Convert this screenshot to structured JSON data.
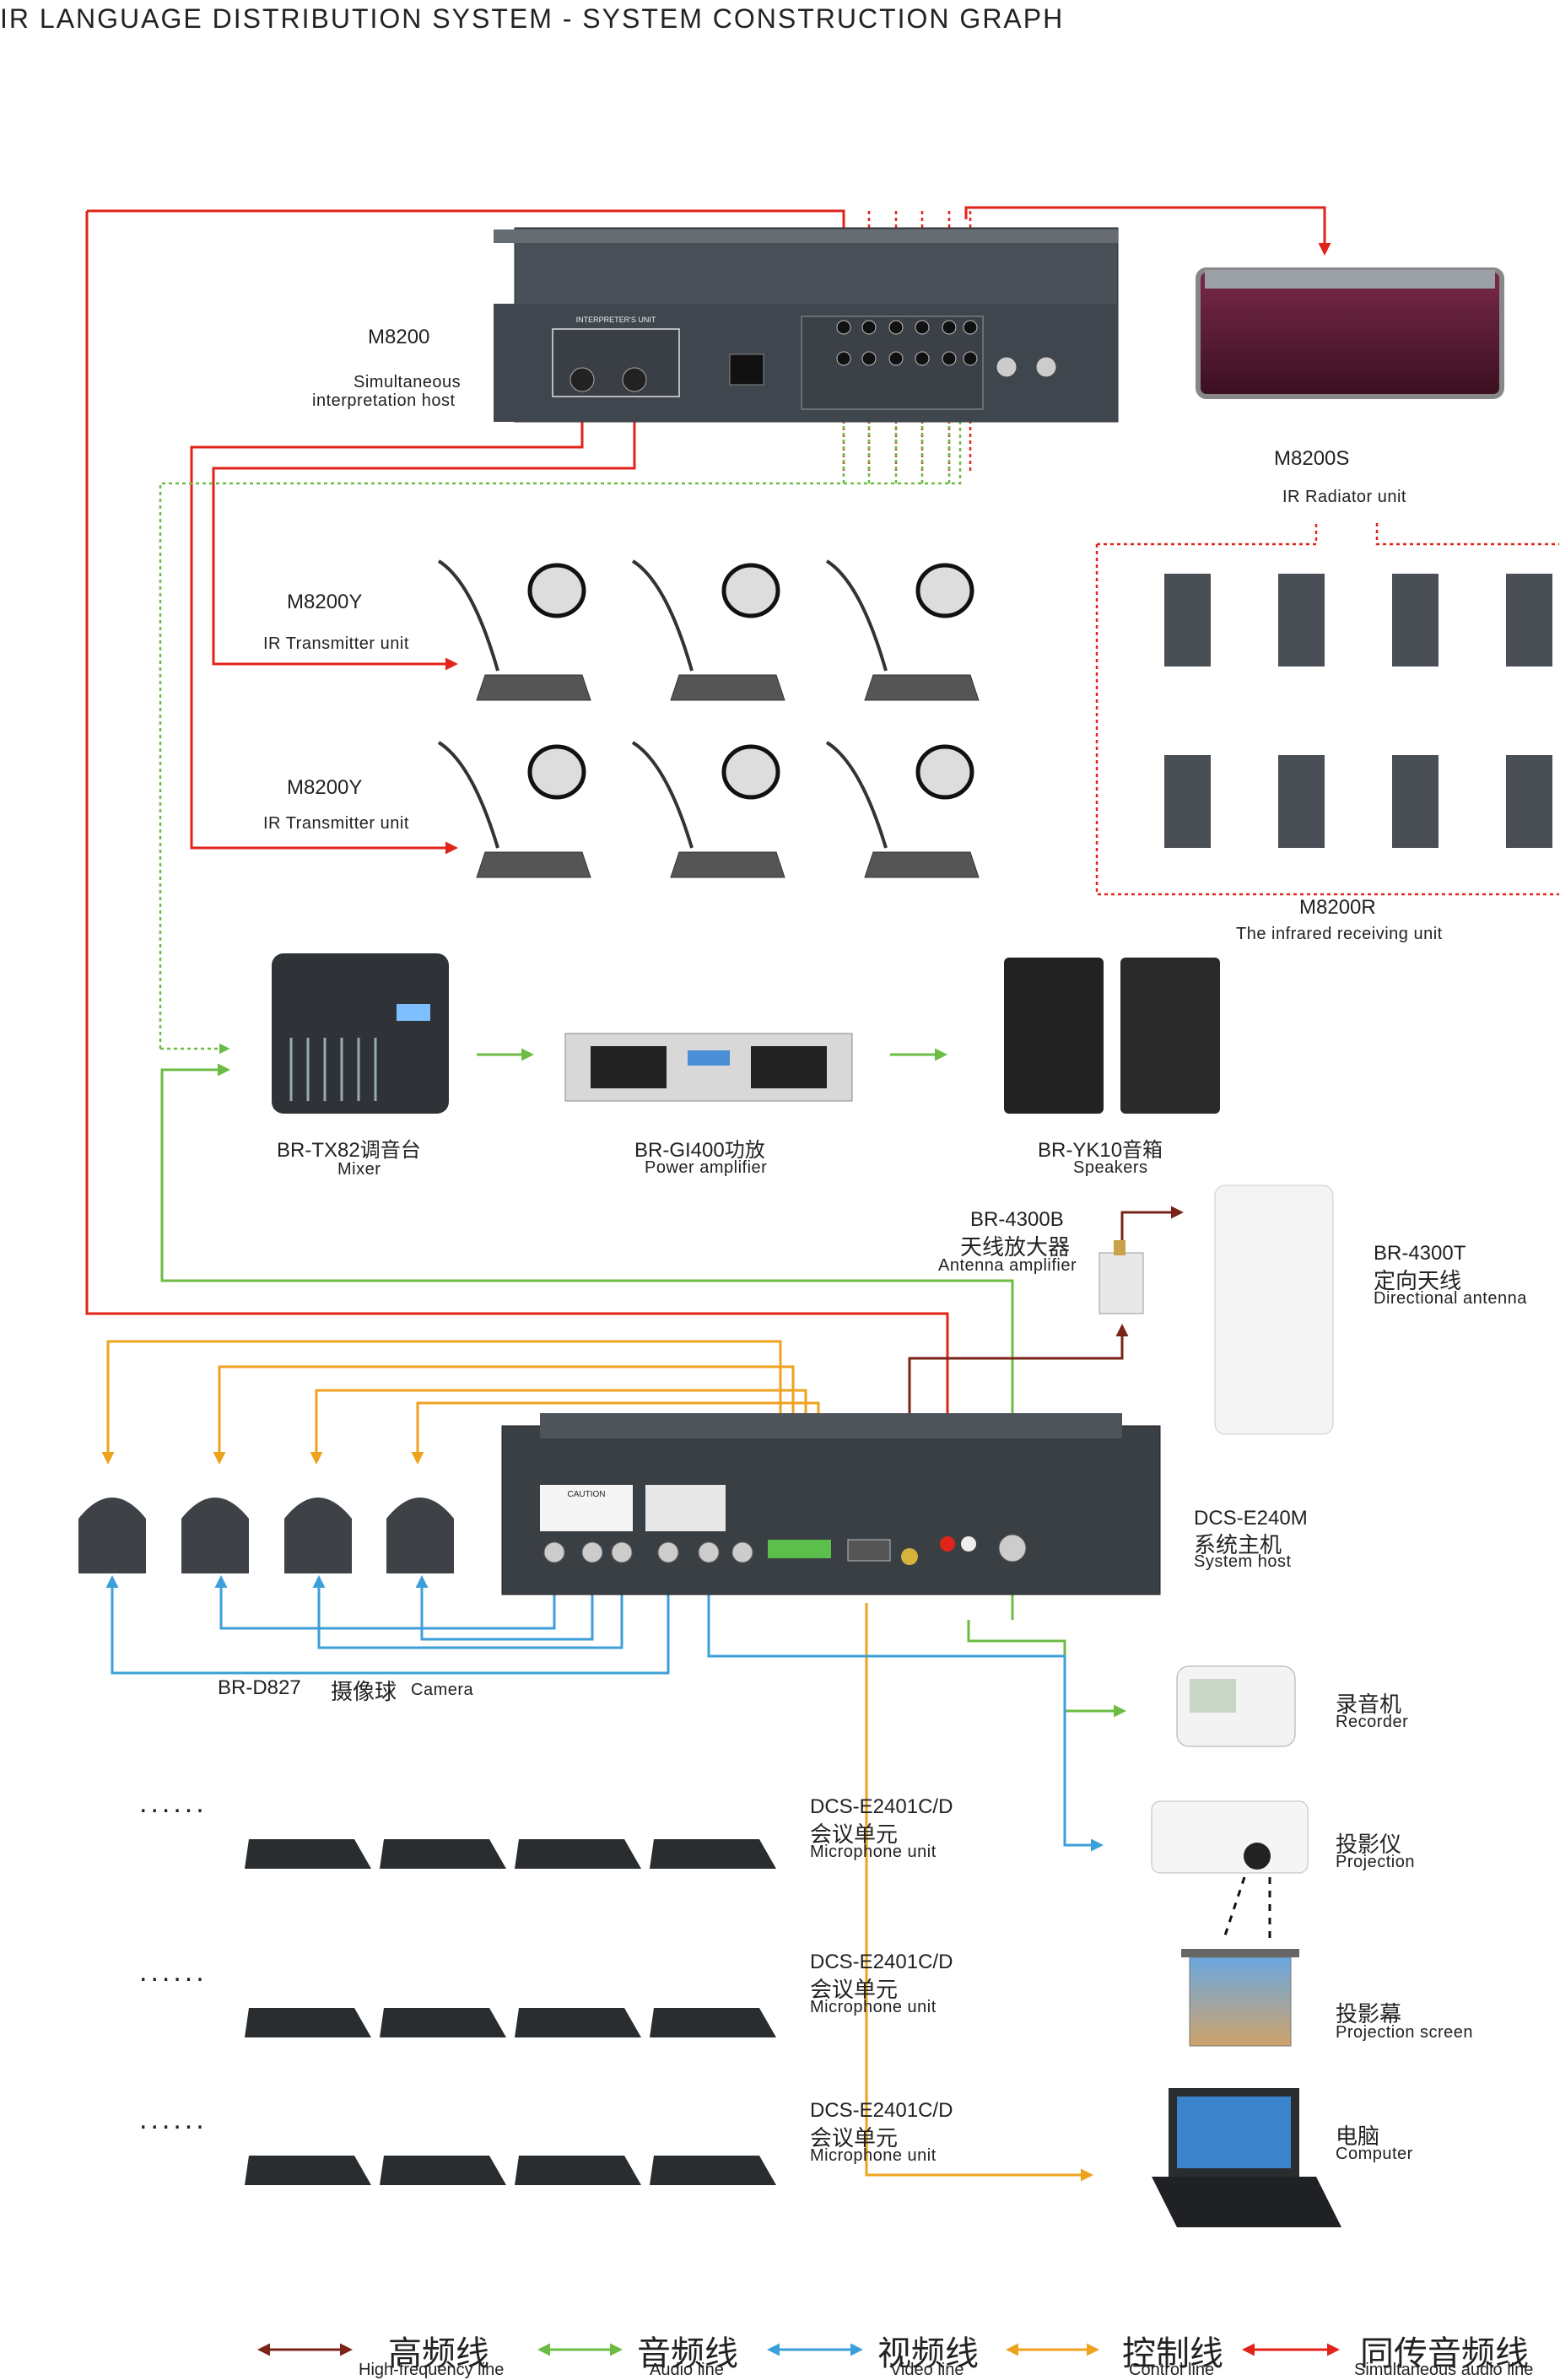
{
  "title": "IR LANGUAGE DISTRIBUTION SYSTEM - SYSTEM CONSTRUCTION GRAPH",
  "colors": {
    "high_frequency": "#7a2418",
    "audio": "#6cbb43",
    "video": "#3d9fd9",
    "control": "#eea21e",
    "simultaneous_audio": "#e2231a",
    "device_dark": "#3a3f44",
    "device_light": "#f2f2f2"
  },
  "devices": {
    "m8200": {
      "model": "M8200",
      "desc_line1": "Simultaneous",
      "desc_line2": "interpretation host",
      "panel_label": "INTERPRETER'S UNIT"
    },
    "m8200s": {
      "model": "M8200S",
      "desc": "IR Radiator unit"
    },
    "m8200y_1": {
      "model": "M8200Y",
      "desc": "IR Transmitter unit"
    },
    "m8200y_2": {
      "model": "M8200Y",
      "desc": "IR Transmitter unit"
    },
    "m8200r": {
      "model": "M8200R",
      "desc": "The infrared receiving unit"
    },
    "mixer": {
      "model": "BR-TX82调音台",
      "desc": "Mixer"
    },
    "amplifier": {
      "model": "BR-GI400功放",
      "desc": "Power amplifier"
    },
    "speakers": {
      "model": "BR-YK10音箱",
      "desc": "Speakers"
    },
    "antenna_amp": {
      "model": "BR-4300B",
      "cn": "天线放大器",
      "desc": "Antenna amplifier"
    },
    "antenna": {
      "model": "BR-4300T",
      "cn": "定向天线",
      "desc": "Directional antenna"
    },
    "host": {
      "model": "DCS-E240M",
      "cn": "系统主机",
      "desc": "System host",
      "caution": "CAUTION"
    },
    "camera": {
      "model": "BR-D827",
      "cn": "摄像球",
      "desc": "Camera"
    },
    "mic_rows": [
      {
        "model": "DCS-E2401C/D",
        "cn": "会议单元",
        "desc": "Microphone unit"
      },
      {
        "model": "DCS-E2401C/D",
        "cn": "会议单元",
        "desc": "Microphone unit"
      },
      {
        "model": "DCS-E2401C/D",
        "cn": "会议单元",
        "desc": "Microphone unit"
      }
    ],
    "recorder": {
      "cn": "录音机",
      "desc": "Recorder"
    },
    "projector": {
      "cn": "投影仪",
      "desc": "Projection"
    },
    "screen": {
      "cn": "投影幕",
      "desc": "Projection screen"
    },
    "computer": {
      "cn": "电脑",
      "desc": "Computer"
    }
  },
  "ellipsis": "......",
  "legend": [
    {
      "cn": "高频线",
      "en": "High-frequency line",
      "color_key": "high_frequency"
    },
    {
      "cn": "音频线",
      "en": "Audio line",
      "color_key": "audio"
    },
    {
      "cn": "视频线",
      "en": "Video line",
      "color_key": "video"
    },
    {
      "cn": "控制线",
      "en": "Control line",
      "color_key": "control"
    },
    {
      "cn": "同传音频线",
      "en": "Simultaneous audio line",
      "color_key": "simultaneous_audio"
    }
  ]
}
